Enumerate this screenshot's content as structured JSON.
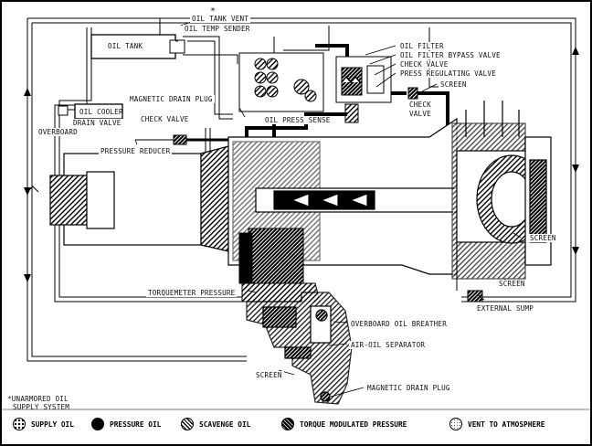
{
  "labels": {
    "oil_tank_vent": "OIL TANK VENT",
    "asterisk": "*",
    "oil_temp_sender": "OIL TEMP SENDER",
    "oil_tank": "OIL TANK",
    "oil_filter": "OIL FILTER",
    "oil_filter_bypass_valve": "OIL FILTER BYPASS VALVE",
    "check_valve_top": "CHECK VALVE",
    "press_regulating_valve": "PRESS REGULATING VALVE",
    "screen_top": "SCREEN",
    "magnetic_drain_plug_top": "MAGNETIC DRAIN PLUG",
    "oil_cooler": "OIL COOLER",
    "drain_valve": "DRAIN VALVE",
    "check_valve_mid": "CHECK VALVE",
    "overboard": "OVERBOARD",
    "oil_press_sense": "OIL PRESS SENSE",
    "check_valve_right": "CHECK",
    "check_valve_right2": "VALVE",
    "pressure_reducer": "PRESSURE REDUCER",
    "screen_right_a": "SCREEN",
    "screen_right_b": "SCREEN",
    "torquemeter_pressure": "TORQUEMETER PRESSURE",
    "external_sump": "EXTERNAL SUMP",
    "overboard_oil_breather": "OVERBOARD OIL BREATHER",
    "air_oil_separator": "AIR-OIL SEPARATOR",
    "screen_bottom": "SCREEN",
    "magnetic_drain_plug_bottom": "MAGNETIC DRAIN PLUG",
    "unarmored_note_1": "*UNARMORED OIL",
    "unarmored_note_2": "SUPPLY SYSTEM"
  },
  "legend": [
    {
      "label": "SUPPLY OIL",
      "icon": "supply-oil-swatch"
    },
    {
      "label": "PRESSURE OIL",
      "icon": "pressure-oil-swatch"
    },
    {
      "label": "SCAVENGE OIL",
      "icon": "scavenge-oil-swatch"
    },
    {
      "label": "TORQUE MODULATED PRESSURE",
      "icon": "torque-pressure-swatch"
    },
    {
      "label": "VENT TO ATMOSPHERE",
      "icon": "vent-swatch"
    }
  ]
}
